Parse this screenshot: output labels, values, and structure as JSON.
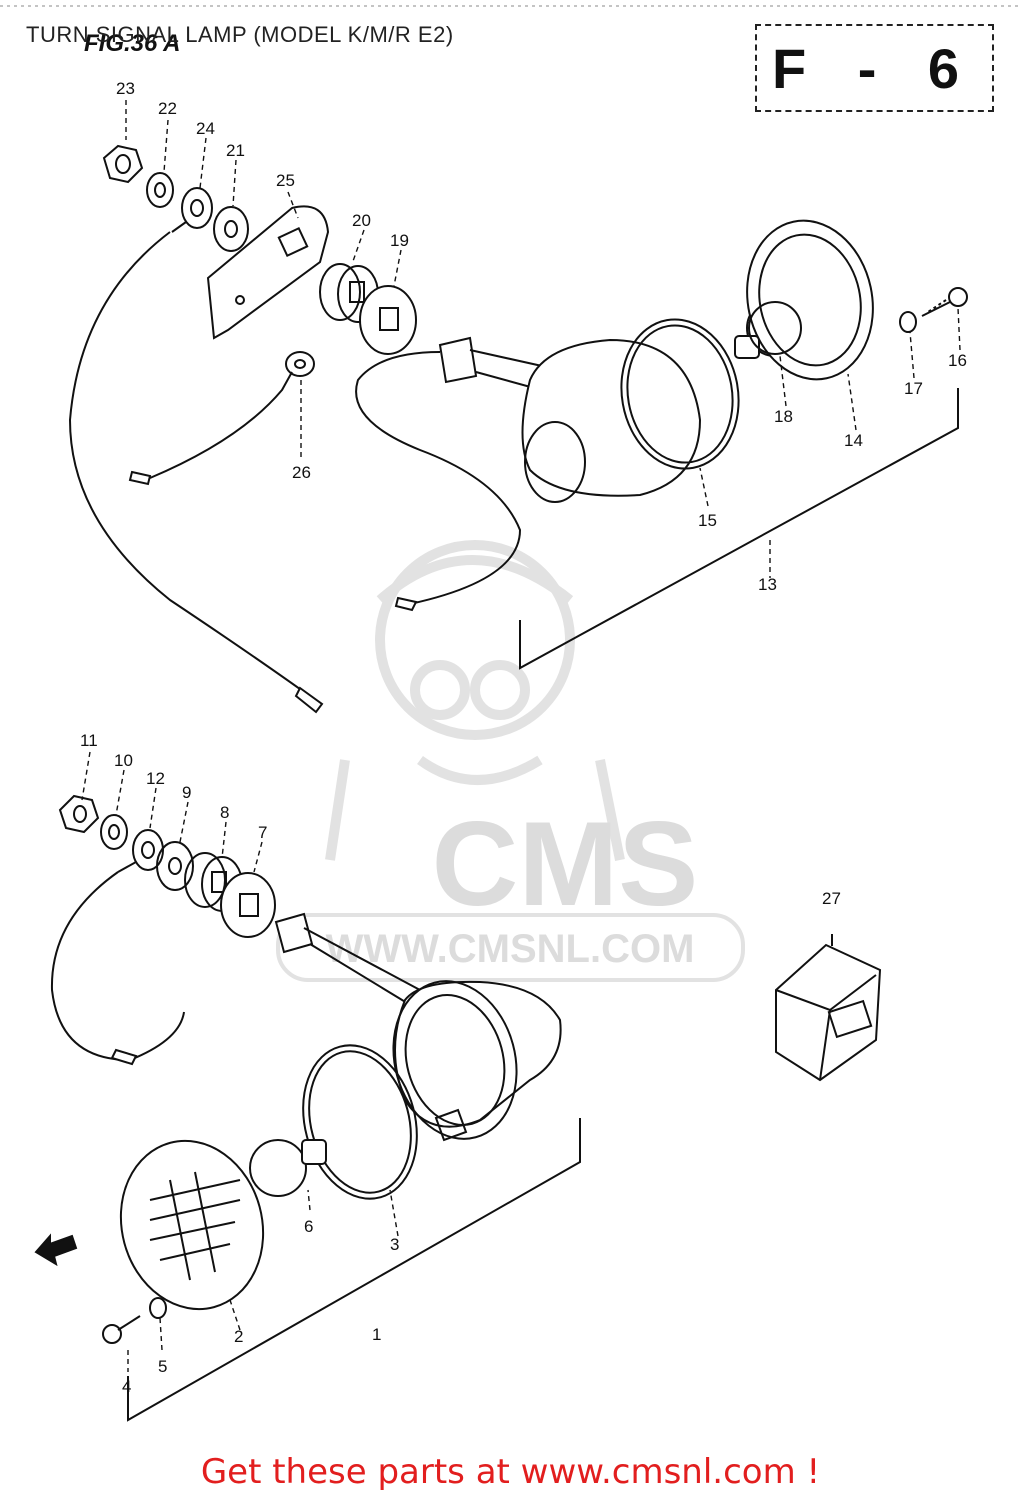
{
  "title": "TURN SIGNAL LAMP (MODEL K/M/R E2)",
  "figure_label": "FIG.36 A",
  "page_code": "F - 6",
  "footer": "Get these parts at www.cmsnl.com !",
  "watermark": {
    "brand": "CMS",
    "url": "WWW.CMSNL.COM"
  },
  "callouts": {
    "p1": "1",
    "p2": "2",
    "p3": "3",
    "p4": "4",
    "p5": "5",
    "p6": "6",
    "p7": "7",
    "p8": "8",
    "p9": "9",
    "p10": "10",
    "p11": "11",
    "p12": "12",
    "p13": "13",
    "p14": "14",
    "p15": "15",
    "p16": "16",
    "p17": "17",
    "p18": "18",
    "p19": "19",
    "p20": "20",
    "p21": "21",
    "p22": "22",
    "p23": "23",
    "p24": "24",
    "p25": "25",
    "p26": "26",
    "p27": "27"
  },
  "colors": {
    "footer": "#e21e1e",
    "line": "#111111",
    "watermark": "#dcdcdc"
  }
}
